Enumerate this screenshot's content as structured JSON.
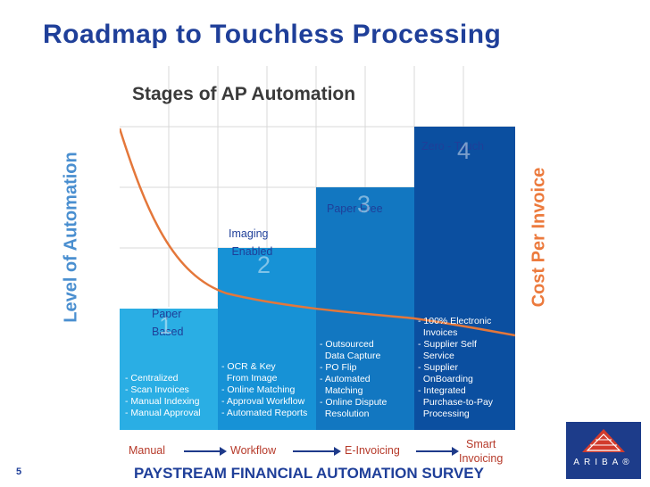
{
  "slide": {
    "title": "Roadmap to Touchless Processing",
    "page_number": "5",
    "footer": "PAYSTREAM FINANCIAL AUTOMATION SURVEY"
  },
  "figure": {
    "heading": "Stages of AP Automation",
    "y_axis_left": "Level of Automation",
    "y_axis_right": "Cost Per Invoice",
    "colors": {
      "stage1": "#2aaee4",
      "stage2": "#1792d6",
      "stage3": "#1277c1",
      "stage4": "#0b4fa0",
      "curve": "#e4773a"
    },
    "stages": [
      {
        "label_lines": [
          "Paper",
          "Based"
        ],
        "number": "1",
        "bullets": [
          "- Centralized",
          "- Scan Invoices",
          "- Manual Indexing",
          "- Manual Approval"
        ]
      },
      {
        "label_lines": [
          "Imaging",
          " Enabled"
        ],
        "number": "2",
        "bullets": [
          "- OCR & Key",
          "  From Image",
          "- Online Matching",
          "- Approval Workflow",
          "- Automated Reports"
        ]
      },
      {
        "label_lines": [
          "Paper Free"
        ],
        "number": "3",
        "bullets": [
          "- Outsourced",
          "  Data Capture",
          "- PO Flip",
          "- Automated",
          "  Matching",
          "- Online Dispute",
          "  Resolution"
        ]
      },
      {
        "label_lines": [
          "Zero - Touch"
        ],
        "number": "4",
        "bullets": [
          "- 100% Electronic",
          "  Invoices",
          "- Supplier Self",
          "  Service",
          "- Supplier",
          "  OnBoarding",
          "- Integrated",
          "  Purchase-to-Pay",
          "  Processing"
        ]
      }
    ]
  },
  "flow": {
    "steps": [
      "Manual",
      "Workflow",
      "E-Invoicing",
      "Smart\nInvoicing"
    ]
  },
  "logo": {
    "text": "ARIBA®",
    "color": "#1d3c8a"
  }
}
